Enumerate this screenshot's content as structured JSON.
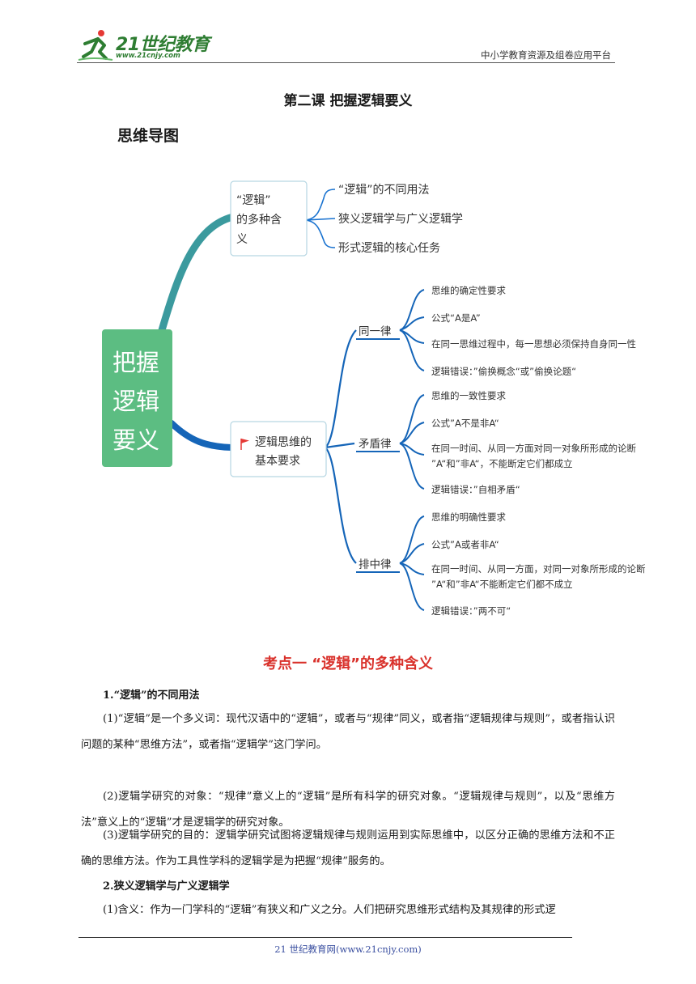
{
  "header": {
    "brand": "21世纪教育",
    "brand_url": "www.21cnjy.com",
    "platform": "中小学教育资源及组卷应用平台"
  },
  "title": "第二课  把握逻辑要义",
  "mindmap_heading": "思维导图",
  "mindmap": {
    "root": [
      "把握",
      "逻辑",
      "要义"
    ],
    "branch1": {
      "label": [
        "“逻辑”",
        "的多种含",
        "义"
      ],
      "items": [
        "“逻辑”的不同用法",
        "狭义逻辑学与广义逻辑学",
        "形式逻辑的核心任务"
      ]
    },
    "branch2": {
      "label": [
        "逻辑思维的",
        "基本要求"
      ],
      "laws": [
        {
          "name": "同一律",
          "items": [
            [
              "思维的确定性要求"
            ],
            [
              "公式“A是A”"
            ],
            [
              "在同一思维过程中，每一思想必须保持自身同一性"
            ],
            [
              "逻辑错误：”偷换概念“或”偷换论题“"
            ]
          ]
        },
        {
          "name": "矛盾律",
          "items": [
            [
              "思维的一致性要求"
            ],
            [
              "公式”A不是非A“"
            ],
            [
              "在同一时间、从同一方面对同一对象所形成的论断",
              "”A“和”非A“，不能断定它们都成立"
            ],
            [
              "逻辑错误：”自相矛盾“"
            ]
          ]
        },
        {
          "name": "排中律",
          "items": [
            [
              "思维的明确性要求"
            ],
            [
              "公式”A或者非A“"
            ],
            [
              "在同一时间、从同一方面，对同一对象所形成的论断",
              "”A“和”非A“不能断定它们都不成立"
            ],
            [
              "逻辑错误：”两不可“"
            ]
          ]
        }
      ]
    },
    "colors": {
      "root": "#5cbd82",
      "teal": "#3b9a9e",
      "blue": "#1565b8",
      "flag": "#e53935"
    }
  },
  "section1": {
    "title": "考点一  “逻辑”的多种含义",
    "sub1": "1.“逻辑”的不同用法",
    "p1": "(1)“逻辑”是一个多义词：现代汉语中的“逻辑”，或者与“规律”同义，或者指“逻辑规律与规则”，或者指认识问题的某种“思维方法”，或者指“逻辑学”这门学问。",
    "p2": "(2)逻辑学研究的对象：“规律”意义上的“逻辑”是所有科学的研究对象。“逻辑规律与规则”，以及“思维方法”意义上的“逻辑”才是逻辑学的研究对象。",
    "p3": "(3)逻辑学研究的目的：逻辑学研究试图将逻辑规律与规则运用到实际思维中，以区分正确的思维方法和不正确的思维方法。作为工具性学科的逻辑学是为把握“规律”服务的。",
    "sub2": "2.狭义逻辑学与广义逻辑学",
    "p4": "(1)含义：作为一门学科的“逻辑”有狭义和广义之分。人们把研究思维形式结构及其规律的形式逻"
  },
  "footer": "21 世纪教育网(www.21cnjy.com)"
}
